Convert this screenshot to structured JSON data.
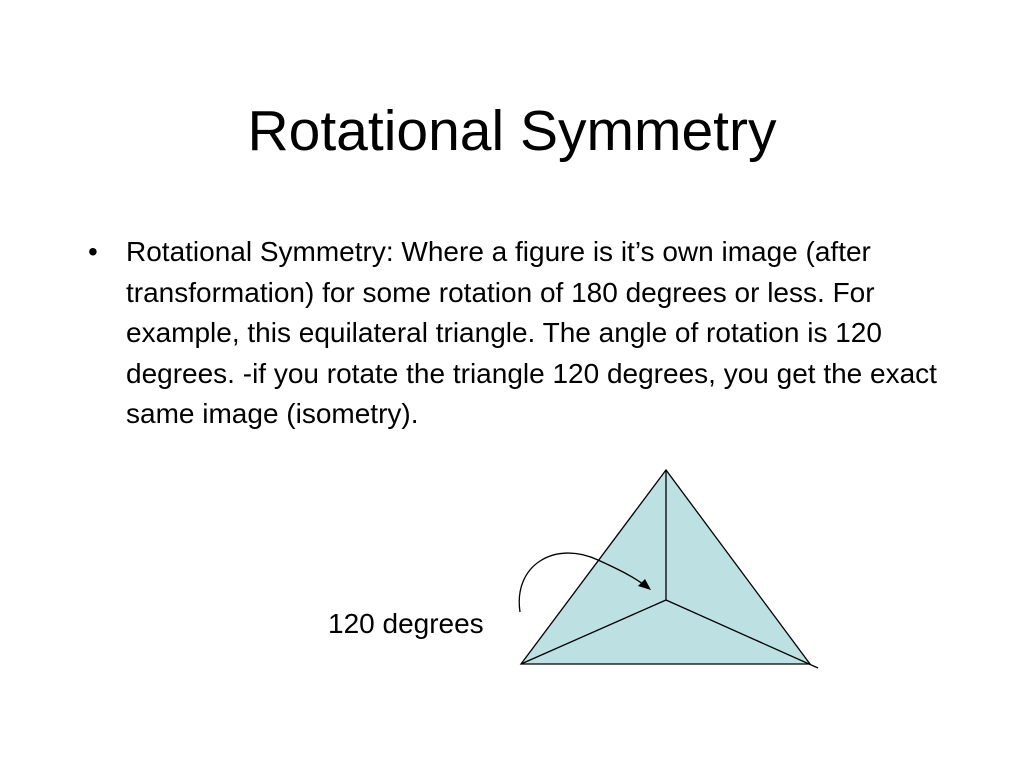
{
  "slide": {
    "title": "Rotational Symmetry",
    "bullets": [
      {
        "marker": "•",
        "text": "Rotational Symmetry: Where a figure is it’s own image (after transformation) for some rotation of 180 degrees or less. For example, this equilateral triangle. The angle of rotation is 120 degrees. -if you rotate the triangle 120 degrees, you get the exact same image (isometry)."
      }
    ],
    "figure": {
      "angle_label": "120 degrees",
      "fill_color": "#bde0e3",
      "stroke_color": "#000000"
    }
  }
}
